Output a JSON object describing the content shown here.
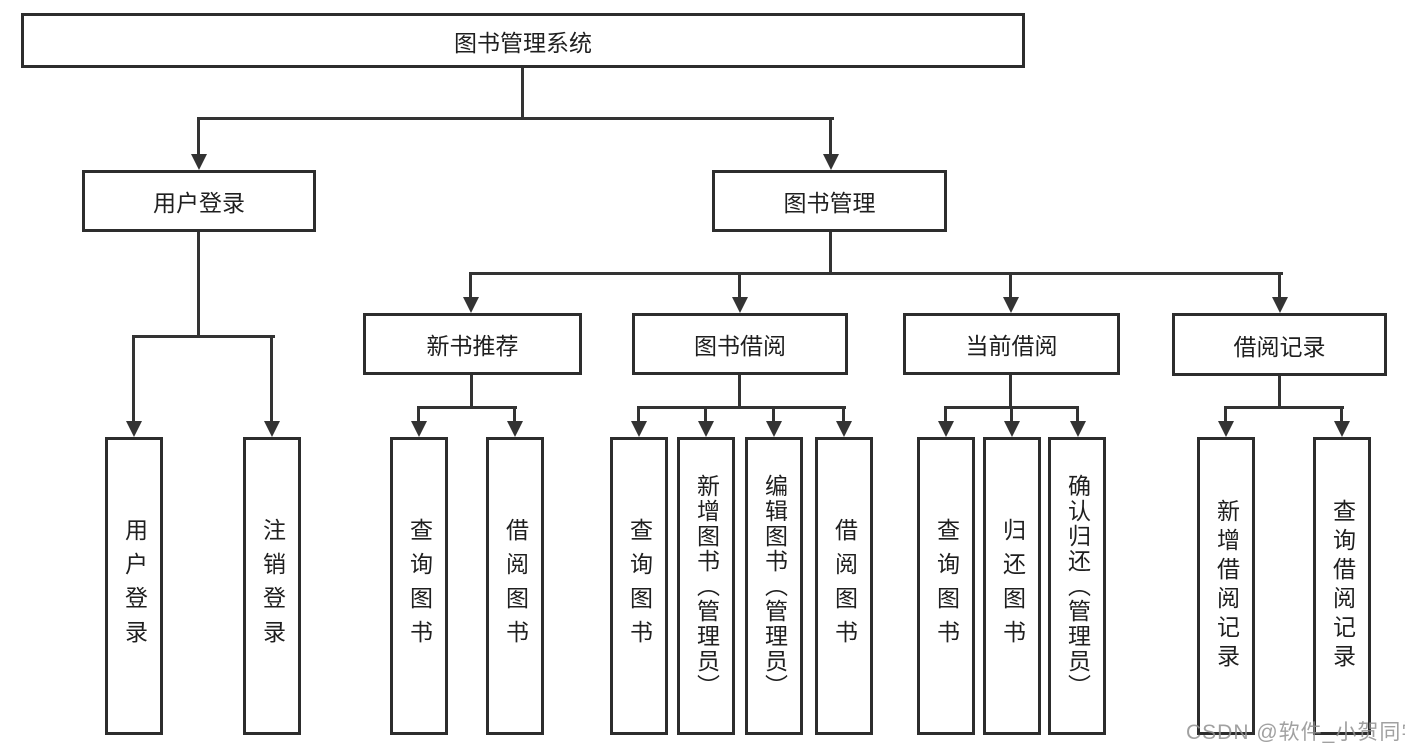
{
  "diagram": {
    "root": {
      "label": "图书管理系统"
    },
    "branches": [
      {
        "label": "用户登录",
        "children": [
          {
            "label": "用户登录"
          },
          {
            "label": "注销登录"
          }
        ]
      },
      {
        "label": "图书管理",
        "children": [
          {
            "label": "新书推荐",
            "children": [
              {
                "label": "查询图书"
              },
              {
                "label": "借阅图书"
              }
            ]
          },
          {
            "label": "图书借阅",
            "children": [
              {
                "label": "查询图书"
              },
              {
                "label": "新增图书（管理员）"
              },
              {
                "label": "编辑图书（管理员）"
              },
              {
                "label": "借阅图书"
              }
            ]
          },
          {
            "label": "当前借阅",
            "children": [
              {
                "label": "查询图书"
              },
              {
                "label": "归还图书"
              },
              {
                "label": "确认归还（管理员）"
              }
            ]
          },
          {
            "label": "借阅记录",
            "children": [
              {
                "label": "新增借阅记录"
              },
              {
                "label": "查询借阅记录"
              }
            ]
          }
        ]
      }
    ]
  },
  "watermark": {
    "text": "CSDN @软件_小贺同学"
  },
  "colors": {
    "background": "#ffffff",
    "box_border": "#2d2d2d",
    "connector_line": "#333333",
    "text": "#1f1f1f",
    "watermark": "#919191"
  }
}
